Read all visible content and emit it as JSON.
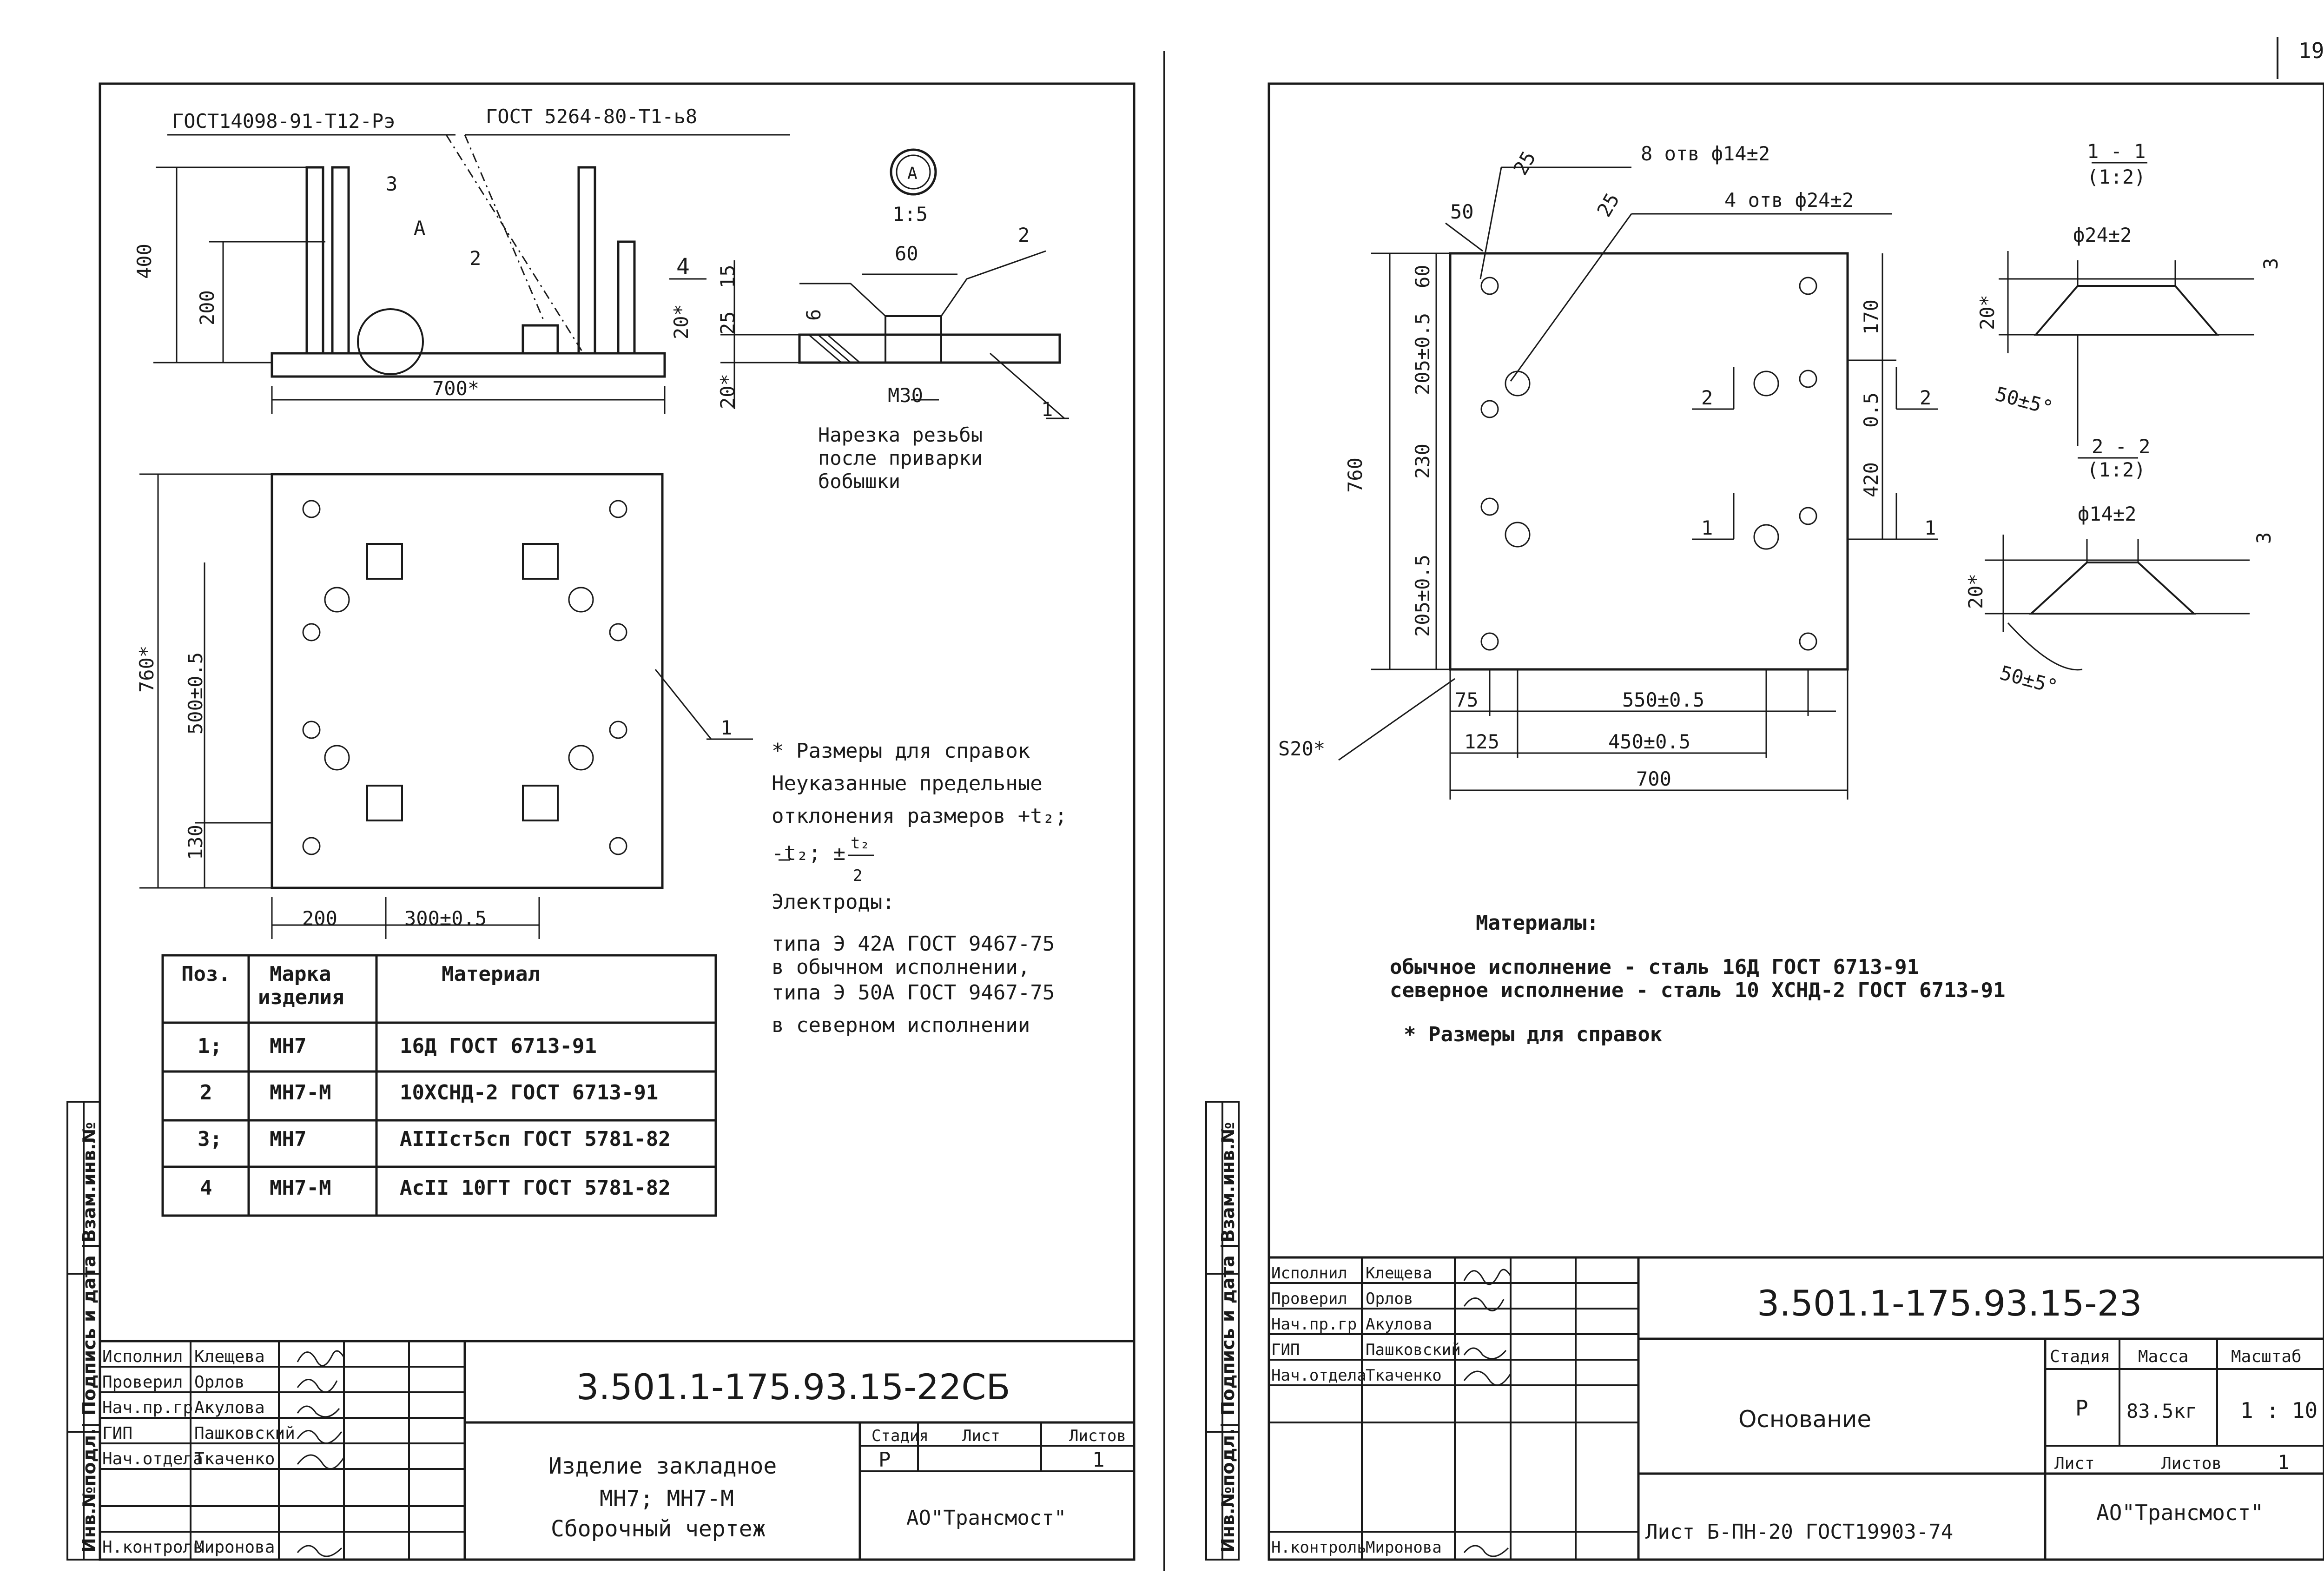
{
  "page_number": "19",
  "left_sheet": {
    "labels": {
      "gost_left": "ГОСТ14098-91-Т12-Рэ",
      "gost_right": "ГОСТ 5264-80-Т1-ь8",
      "pos3": "3",
      "pos2a": "2",
      "pos2b": "2",
      "pos1": "1",
      "detail_a": "А",
      "detail_a_circle": "А",
      "scale_1_5": "1:5",
      "dim_400": "400",
      "dim_200": "200",
      "dim_700": "700*",
      "dim_60": "60",
      "dim_15": "15",
      "dim_25": "25",
      "dim_20a": "20*",
      "dim_20b": "20*",
      "dim_6": "6",
      "dim_4": "4",
      "dim_m30": "M30",
      "thread_note_1": "Нарезка резьбы",
      "thread_note_2": "после приварки",
      "thread_note_3": "бобышки",
      "dim_760": "760*",
      "dim_500": "500±0.5",
      "dim_130": "130",
      "dim_200b": "200",
      "dim_300": "300±0.5"
    },
    "notes": [
      "* Размеры для справок",
      "Неуказанные предельные",
      "отклонения размеров +t₂;",
      "-t₂; ±",
      "Электроды:",
      "типа Э 42А ГОСТ 9467-75",
      "в обычном исполнении,",
      "типа Э 50А ГОСТ 9467-75",
      "в северном исполнении"
    ],
    "fraction_num": "t₂",
    "fraction_den": "2",
    "spec_table": {
      "headers": [
        "Поз.",
        "Марка изделия",
        "Материал"
      ],
      "header_mark_line1": "Марка",
      "header_mark_line2": "изделия",
      "rows": [
        [
          "1;",
          "МН7",
          "16Д ГОСТ 6713-91"
        ],
        [
          "2",
          "МН7-М",
          "10ХСНД-2 ГОСТ 6713-91"
        ],
        [
          "3;",
          "МН7",
          "АIIIст5сп  ГОСТ 5781-82"
        ],
        [
          "4",
          "МН7-М",
          "АсII 10ГТ ГОСТ 5781-82"
        ]
      ]
    },
    "side_stamp": "Инв.№подл.| Подпись и дата |Взам.инв.№",
    "title_block": {
      "roles": [
        "Исполнил",
        "Проверил",
        "Нач.пр.гр",
        "ГИП",
        "Нач.отдела",
        "",
        "Н.контроль"
      ],
      "names": [
        "Клещева",
        "Орлов",
        "Акулова",
        "Пашковский",
        "Ткаченко",
        "",
        "Миронова"
      ],
      "code": "3.501.1-175.93.15-22СБ",
      "title_1": "Изделие закладное",
      "title_2": "МН7; МН7-М",
      "title_3": "Сборочный чертеж",
      "stage_h": "Стадия",
      "sheet_h": "Лист",
      "sheets_h": "Листов",
      "stage": "Р",
      "sheet": "",
      "sheets": "1",
      "org": "АО\"Трансмост\""
    }
  },
  "right_sheet": {
    "labels": {
      "holes_8": "8 отв ф14±2",
      "holes_4": "4 отв ф24±2",
      "dim_50": "50",
      "dim_25a": "25",
      "dim_25b": "25",
      "dim_760": "760",
      "dim_60": "60",
      "dim_205a": "205±0.5",
      "dim_230": "230",
      "dim_205b": "205±0.5",
      "dim_170": "170",
      "dim_05": "0.5",
      "dim_420": "420",
      "cut2": "2",
      "cut1": "1",
      "dim_75": "75",
      "dim_550": "550±0.5",
      "dim_125": "125",
      "dim_450": "450±0.5",
      "dim_700": "700",
      "s20": "S20*",
      "sec1_title": "1 - 1",
      "sec1_scale": "(1:2)",
      "sec1_d": "ф24±2",
      "sec1_20": "20*",
      "sec1_3": "3",
      "sec1_50": "50±5°",
      "sec2_title": "2 - 2",
      "sec2_scale": "(1:2)",
      "sec2_d": "ф14±2",
      "sec2_20": "20*",
      "sec2_3": "3",
      "sec2_50": "50±5°"
    },
    "materials_title": "Материалы:",
    "materials": [
      "обычное исполнение - сталь 16Д ГОСТ 6713-91",
      "северное исполнение - сталь 10 ХСНД-2 ГОСТ 6713-91"
    ],
    "note": "* Размеры для справок",
    "side_stamp": "Инв.№подл.| Подпись и дата |Взам.инв.№",
    "title_block": {
      "roles": [
        "Исполнил",
        "Проверил",
        "Нач.пр.гр",
        "ГИП",
        "Нач.отдела",
        "",
        "Н.контроль"
      ],
      "names": [
        "Клещева",
        "Орлов",
        "Акулова",
        "Пашковский",
        "Ткаченко",
        "",
        "Миронова"
      ],
      "code": "3.501.1-175.93.15-23",
      "title": "Основание",
      "stage_h": "Стадия",
      "mass_h": "Масса",
      "scale_h": "Масштаб",
      "stage": "Р",
      "mass": "83.5кг",
      "scale": "1 : 10",
      "sheet_h": "Лист",
      "sheets_h": "Листов",
      "sheets": "1",
      "blank_ref": "Лист Б-ПН-20 ГОСТ19903-74",
      "org": "АО\"Трансмост\""
    }
  }
}
